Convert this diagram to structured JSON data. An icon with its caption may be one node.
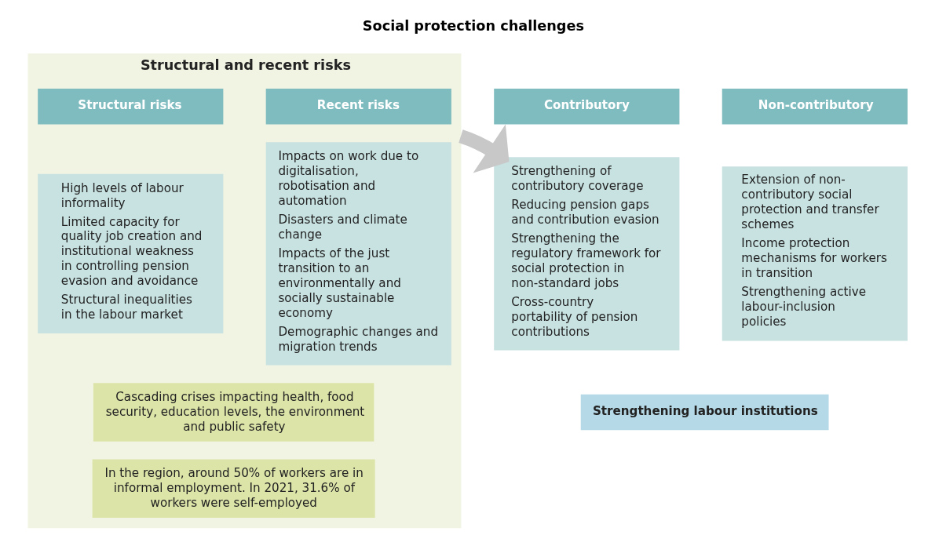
{
  "diagram": {
    "nodes": [
      {
        "text": [
          "Structural and recent risks"
        ]
      },
      {
        "text": [
          "Structural risks"
        ],
        "in": 0
      },
      {
        "text": [
          "Recent risks"
        ],
        "in": 0
      },
      {
        "text": [
          "High levels of labour informality",
          "Limited capacity for quality job creation and institutional weakness in controlling pension evasion and avoidance",
          "Structural inequalities in the labour market"
        ],
        "in": 0
      },
      {
        "text": [
          "Impacts on work due to digitalisation, robotisation and automation",
          "Disasters and climate change",
          "Impacts of the just transition to an environmentally and socially sustainable economy",
          "Demographic changes and migration trends"
        ],
        "in": 0
      },
      {
        "text": [
          "Cascading crises impacting health, food security, education levels, the environment and public safety"
        ],
        "in": 0
      },
      {
        "text": [
          "In the region, around 50% of workers are in informal employment. In 2021, 31.6% of workers were self-employed"
        ],
        "in": 0
      },
      {
        "text": [
          "Contributory"
        ]
      },
      {
        "text": [
          "Non-contributory"
        ]
      },
      {
        "text": [
          "Strengthening of contributory coverage",
          "Reducing pension gaps and contribution evasion",
          "Strengthening the regulatory framework for social protection in non-standard jobs",
          "Cross-country portability of pension contributions"
        ]
      },
      {
        "text": [
          "Extension of non-contributory social protection and transfer schemes",
          "Income protection mechanisms for workers in transition",
          "Strengthening active labour-inclusion policies"
        ]
      },
      {
        "text": [
          "Strengthening labour institutions"
        ]
      }
    ],
    "edges": [
      {
        "from": 0,
        "to": 9,
        "arrow": "to",
        "color": "#c8c8c8"
      }
    ],
    "labels": [
      "Social protection challenges"
    ]
  }
}
